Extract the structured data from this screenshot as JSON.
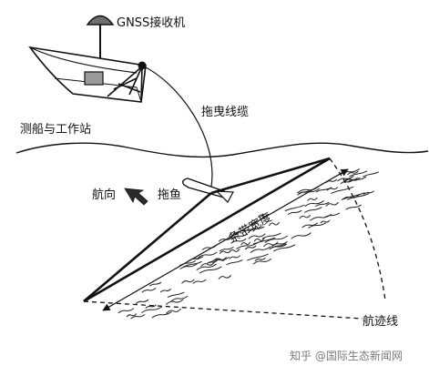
{
  "labels": {
    "gnss_receiver": "GNSS接收机",
    "survey_ship_station": "测船与工作站",
    "tow_cable": "拖曳线缆",
    "heading": "航向",
    "towfish": "拖鱼",
    "swath_width": "条带宽度",
    "track_line": "航迹线"
  },
  "watermark": "知乎 @国际生态新闻网",
  "colors": {
    "line": "#111111",
    "hull": "#ffffff",
    "cabin_box": "#9a9a9a",
    "arrow_heading": "#2b2b2b",
    "watermark": "#7a7a7a"
  }
}
